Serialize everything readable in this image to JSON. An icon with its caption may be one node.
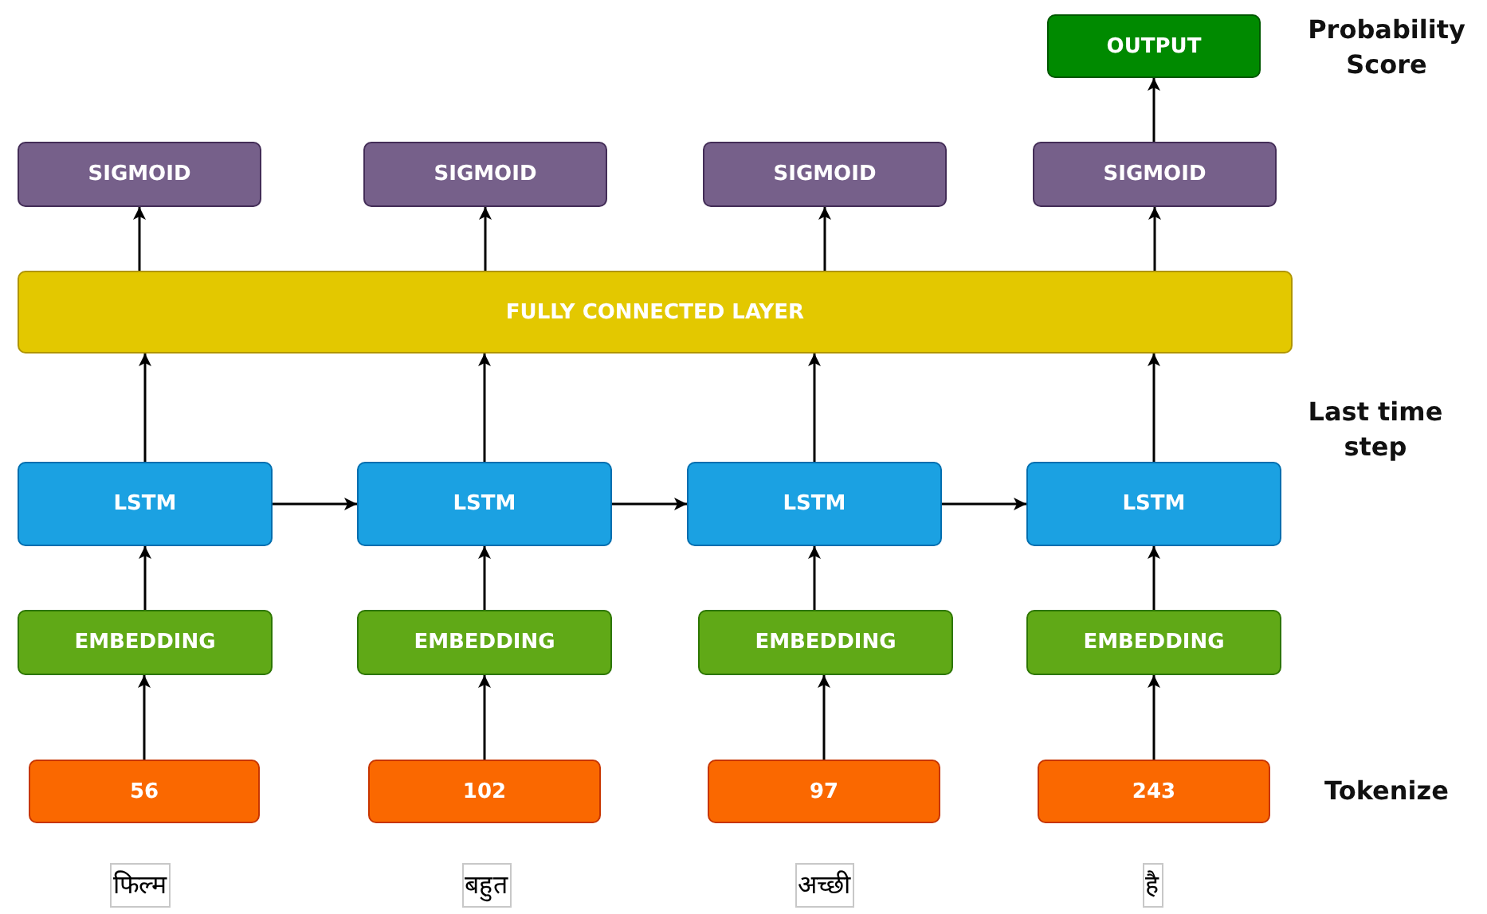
{
  "diagram": {
    "nodes": [
      {
        "text": [
          "OUTPUT"
        ]
      },
      {
        "text": [
          "SIGMOID"
        ]
      },
      {
        "text": [
          "SIGMOID"
        ]
      },
      {
        "text": [
          "SIGMOID"
        ]
      },
      {
        "text": [
          "SIGMOID"
        ]
      },
      {
        "text": [
          "FULLY CONNECTED LAYER"
        ]
      },
      {
        "text": [
          "LSTM"
        ]
      },
      {
        "text": [
          "LSTM"
        ]
      },
      {
        "text": [
          "LSTM"
        ]
      },
      {
        "text": [
          "LSTM"
        ]
      },
      {
        "text": [
          "EMBEDDING"
        ]
      },
      {
        "text": [
          "EMBEDDING"
        ]
      },
      {
        "text": [
          "EMBEDDING"
        ]
      },
      {
        "text": [
          "EMBEDDING"
        ]
      },
      {
        "text": [
          "56"
        ]
      },
      {
        "text": [
          "102"
        ]
      },
      {
        "text": [
          "97"
        ]
      },
      {
        "text": [
          "243"
        ]
      },
      {
        "text": [
          "फिल्म"
        ]
      },
      {
        "text": [
          "बहुत"
        ]
      },
      {
        "text": [
          "अच्छी"
        ]
      },
      {
        "text": [
          "है"
        ]
      }
    ],
    "edges": [
      {
        "from": 14,
        "to": 10,
        "arrow": "to"
      },
      {
        "from": 15,
        "to": 11,
        "arrow": "to"
      },
      {
        "from": 16,
        "to": 12,
        "arrow": "to"
      },
      {
        "from": 17,
        "to": 13,
        "arrow": "to"
      },
      {
        "from": 10,
        "to": 6,
        "arrow": "to"
      },
      {
        "from": 11,
        "to": 7,
        "arrow": "to"
      },
      {
        "from": 12,
        "to": 8,
        "arrow": "to"
      },
      {
        "from": 13,
        "to": 9,
        "arrow": "to"
      },
      {
        "from": 6,
        "to": 7,
        "arrow": "to"
      },
      {
        "from": 7,
        "to": 8,
        "arrow": "to"
      },
      {
        "from": 8,
        "to": 9,
        "arrow": "to"
      },
      {
        "from": 6,
        "to": 5,
        "arrow": "to"
      },
      {
        "from": 7,
        "to": 5,
        "arrow": "to"
      },
      {
        "from": 8,
        "to": 5,
        "arrow": "to"
      },
      {
        "from": 9,
        "to": 5,
        "arrow": "to"
      },
      {
        "from": 5,
        "to": 1,
        "arrow": "to"
      },
      {
        "from": 5,
        "to": 2,
        "arrow": "to"
      },
      {
        "from": 5,
        "to": 3,
        "arrow": "to"
      },
      {
        "from": 5,
        "to": 4,
        "arrow": "to"
      },
      {
        "from": 4,
        "to": 0,
        "arrow": "to"
      }
    ],
    "labels": [
      "Probability Score",
      "Last time step",
      "Tokenize"
    ]
  }
}
